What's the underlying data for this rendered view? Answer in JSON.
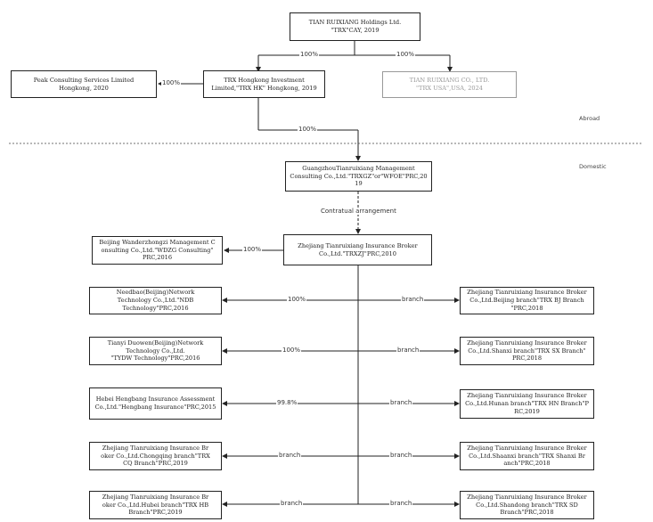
{
  "nodes": {
    "trx_cay": "TIAN RUIXIANG Holdings Ltd.\n\"TRX\"CAY, 2019",
    "peak": "Peak Consulting Services Limited\nHongkong, 2020",
    "trx_hk": "TRX Hongkong Investment\nLimited,\"TRX HK\" Hongkong, 2019",
    "trx_usa": "TIAN RUIXIANG CO., LTD.\n\"TRX USA\",USA, 2024",
    "wfoe": "GuangzhouTianruixiang Management\nConsulting Co.,Ltd.\"TRXGZ\"or\"WFOE\"PRC,20\n19",
    "wdzg": "Beijing Wanderzhongzi Management C\nonsulting Co.,Ltd.\"WDZG Consulting\"\nPRC,2016",
    "trxzj": "Zhejiang Tianruixiang Insurance Broker\nCo.,Ltd.\"TRXZJ\"PRC,2010",
    "ndb": "Needbao(Beijing)Network\nTechnology Co.,Ltd.\"NDB\nTechnology\"PRC,2016",
    "tydw": "Tianyi Duowen(Beijing)Network\nTechnology Co.,Ltd.\n\"TYDW Technology\"PRC,2016",
    "hebei": "Hebei Hengbang Insurance Assessment\nCo.,Ltd.\"Hengbang Insurance\"PRC,2015",
    "cq": "Zhejiang Tianruixiang Insurance Br\noker Co.,Ltd.Chongqing branch\"TRX\nCQ Branch\"PRC,2019",
    "hb": "Zhejiang Tianruixiang Insurance Br\noker Co.,Ltd.Hubei branch\"TRX HB\nBranch\"PRC,2019",
    "bj": "Zhejiang Tianruixiang Insurance Broker\nCo.,Ltd.Beijing branch\"TRX BJ Branch\n\"PRC,2018",
    "sx": "Zhejiang Tianruixiang Insurance Broker\nCo.,Ltd.Shanxi branch\"TRX SX Branch\"\nPRC,2018",
    "hn": "Zhejiang Tianruixiang Insurance Broker\nCo.,Ltd.Hunan branch\"TRX HN Branch\"P\nRC,2019",
    "shanxi": "Zhejiang Tianruixiang Insurance Broker\nCo.,Ltd.Shaanxi branch\"TRX Shanxi Br\nanch\"PRC,2018",
    "sd": "Zhejiang Tianruixiang Insurance Broker\nCo.,Ltd.Shandong branch\"TRX SD\nBranch\"PRC,2018"
  },
  "edge_labels": {
    "cay_hk": "100%",
    "cay_usa": "100%",
    "hk_peak": "100%",
    "hk_wfoe": "100%",
    "contractual": "Contratual arrangement",
    "wdzg": "100%",
    "ndb": "100%",
    "tydw": "100%",
    "hebei": "99.8%",
    "cq": "branch",
    "hb": "branch",
    "bj": "branch",
    "sx": "branch",
    "hn": "branch",
    "shanxi": "branch",
    "sd": "branch"
  },
  "sections": {
    "abroad": "Abroad",
    "domestic": "Domestic"
  }
}
